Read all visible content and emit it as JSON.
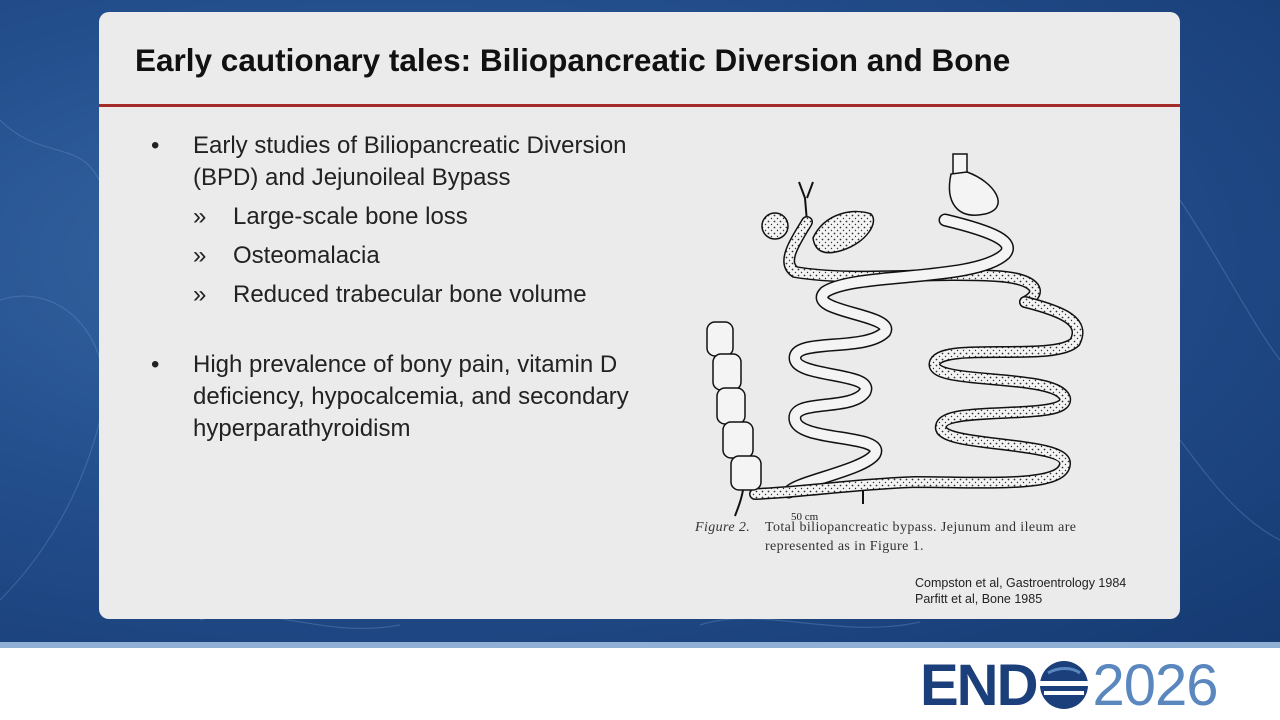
{
  "slide": {
    "title": "Early cautionary tales: Biliopancreatic Diversion and Bone",
    "bullets": [
      {
        "marker": "•",
        "text": "Early studies of Biliopancreatic Diversion (BPD) and Jejunoileal Bypass",
        "subitems": [
          {
            "marker": "»",
            "text": "Large-scale bone loss"
          },
          {
            "marker": "»",
            "text": "Osteomalacia"
          },
          {
            "marker": "»",
            "text": "Reduced trabecular bone volume"
          }
        ]
      },
      {
        "marker": "•",
        "text": "High prevalence of bony pain, vitamin D deficiency, hypocalcemia, and secondary hyperparathyroidism"
      }
    ],
    "figure": {
      "scale_label": "50 cm",
      "caption_label": "Figure 2.",
      "caption_line1": "Total biliopancreatic bypass. Jejunum and ileum are",
      "caption_line2": "represented as in Figure 1."
    },
    "citations": [
      "Compston et al, Gastroentrology 1984",
      "Parfitt et al, Bone 1985"
    ]
  },
  "footer": {
    "logo_bold": "END",
    "logo_light": "2026"
  },
  "colors": {
    "background_blue": "#24508e",
    "title_rule": "#a52a2a",
    "logo_dark": "#1b3f7a",
    "logo_light": "#5b87bf"
  }
}
